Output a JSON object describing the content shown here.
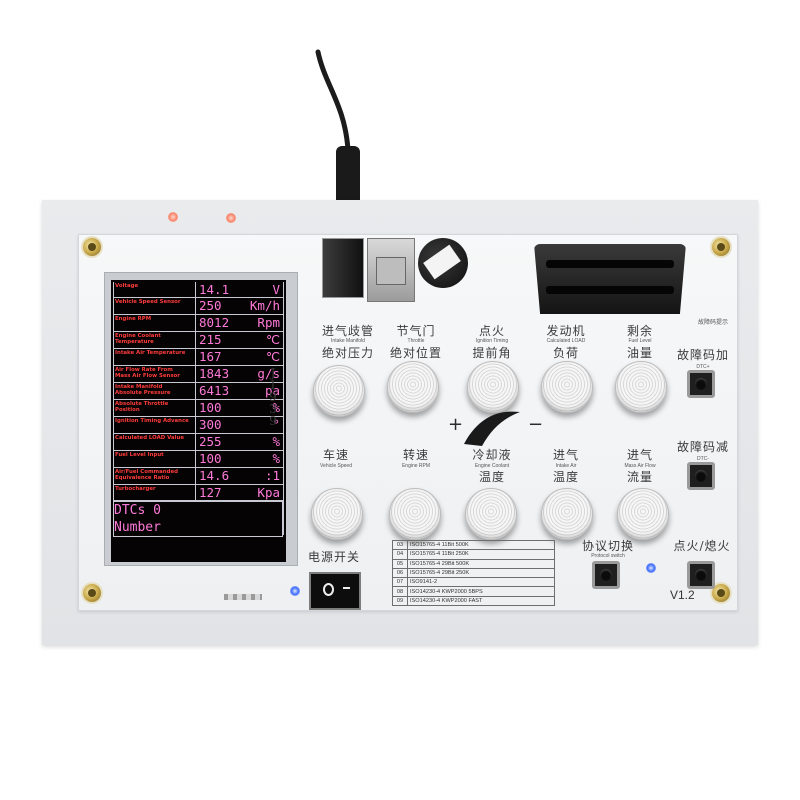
{
  "lcd": {
    "rows": [
      {
        "label": "Voltage",
        "value": "14.1",
        "unit": "V"
      },
      {
        "label": "Vehicle Speed Sensor",
        "value": "250",
        "unit": "Km/h"
      },
      {
        "label": "Engine RPM",
        "value": "8012",
        "unit": "Rpm"
      },
      {
        "label": "Engine Coolant Temperature",
        "value": "215",
        "unit": "℃"
      },
      {
        "label": "Intake Air Temperature",
        "value": "167",
        "unit": "℃"
      },
      {
        "label": "Air Flow Rate From Mass Air Flow Sensor",
        "value": "1843",
        "unit": "g/s"
      },
      {
        "label": "Intake Manifold Absolute Pressure",
        "value": "6413",
        "unit": "pa"
      },
      {
        "label": "Absolute Throttle Position",
        "value": "100",
        "unit": "%"
      },
      {
        "label": "Ignition Timing Advance",
        "value": "300",
        "unit": "°"
      },
      {
        "label": "Calculated LOAD Value",
        "value": "255",
        "unit": "%"
      },
      {
        "label": "Fuel Level Input",
        "value": "100",
        "unit": "%"
      },
      {
        "label": "Air/Fuel Commanded Equivalence Ratio",
        "value": "14.6",
        "unit": ":1"
      },
      {
        "label": "Turbocharger",
        "value": "127",
        "unit": "Kpa"
      }
    ],
    "dtc_line1": "DTCs 0",
    "dtc_line2": "Number",
    "side_text": "J1939"
  },
  "knobs_top": [
    {
      "cn1": "进气歧管",
      "cn2": "绝对压力",
      "en": "Intake Manifold"
    },
    {
      "cn1": "节气门",
      "cn2": "绝对位置",
      "en": "Throttle"
    },
    {
      "cn1": "点火",
      "cn2": "提前角",
      "en": "Ignition Timing"
    },
    {
      "cn1": "发动机",
      "cn2": "负荷",
      "en": "Calculated LOAD"
    },
    {
      "cn1": "剩余",
      "cn2": "油量",
      "en": "Fuel Level"
    }
  ],
  "knobs_bottom": [
    {
      "cn1": "车速",
      "cn2": "",
      "en": "Vehicle Speed"
    },
    {
      "cn1": "转速",
      "cn2": "",
      "en": "Engine RPM"
    },
    {
      "cn1": "冷却液",
      "cn2": "温度",
      "en": "Engine Coolant"
    },
    {
      "cn1": "进气",
      "cn2": "温度",
      "en": "Intake Air"
    },
    {
      "cn1": "进气",
      "cn2": "流量",
      "en": "Mass Air Flow"
    }
  ],
  "buttons": {
    "fault_add": "故障码加",
    "fault_add_small": "DTC+",
    "fault_sub": "故障码减",
    "fault_sub_small": "DTC-",
    "protocol": "协议切换",
    "protocol_en": "Protocol switch",
    "ignition": "点火/熄火",
    "power": "电源开关",
    "corner_note": "故障码提示"
  },
  "protocols": [
    {
      "num": "03",
      "text": "ISO15765-4 11Bit 500K"
    },
    {
      "num": "04",
      "text": "ISO15765-4 11Bit 250K"
    },
    {
      "num": "05",
      "text": "ISO15765-4 29Bit 500K"
    },
    {
      "num": "06",
      "text": "ISO15765-4 29Bit 250K"
    },
    {
      "num": "07",
      "text": "ISO9141-2"
    },
    {
      "num": "08",
      "text": "ISO14230-4 KWP2000 5BPS"
    },
    {
      "num": "09",
      "text": "ISO14230-4 KWP2000 FAST"
    }
  ],
  "version": "V1.2",
  "plus": "+",
  "minus": "−"
}
